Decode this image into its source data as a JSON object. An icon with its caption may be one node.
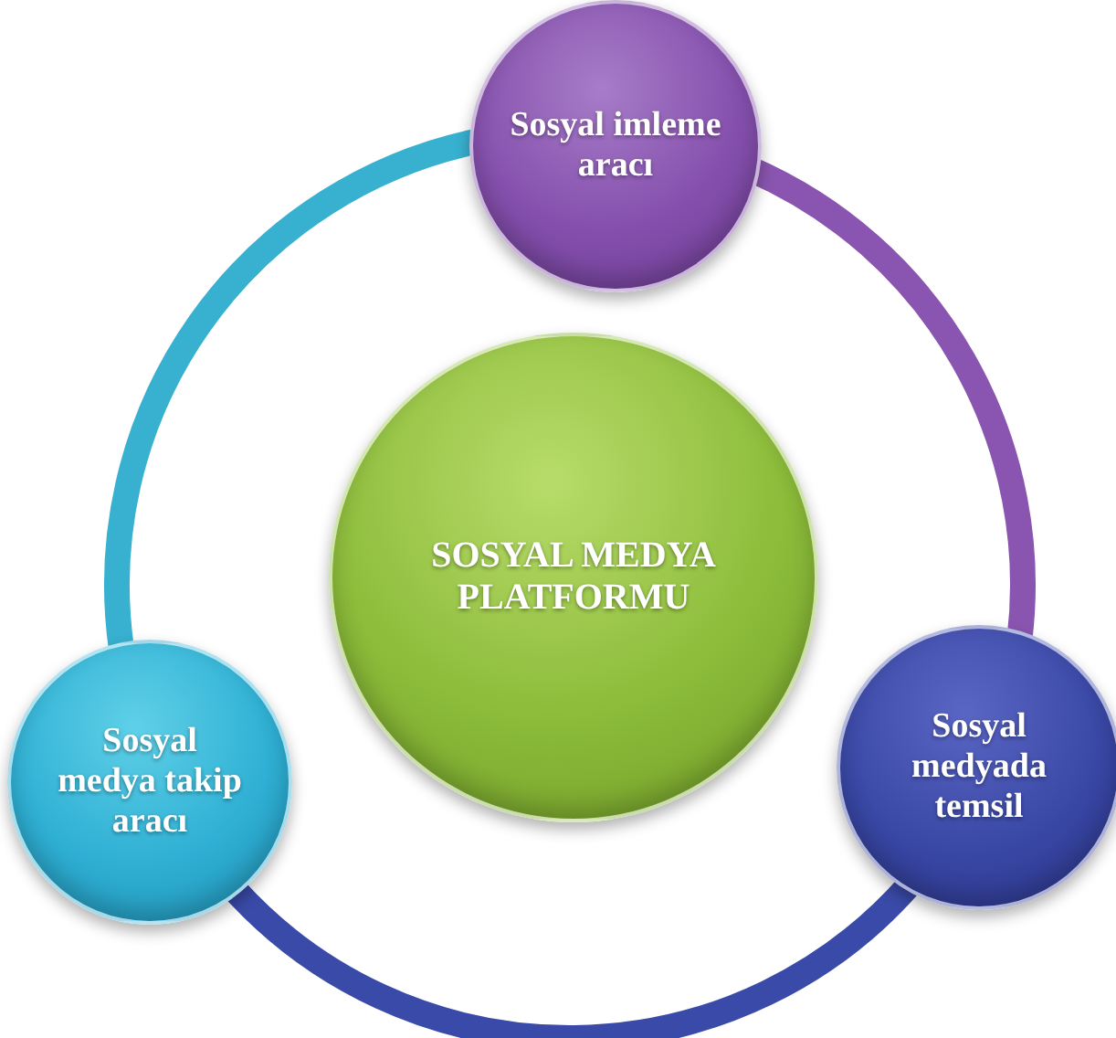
{
  "diagram": {
    "nodes": [
      {
        "text": [
          "SOSYAL MEDYA PLATFORMU"
        ]
      },
      {
        "text": [
          "Sosyal imleme aracı"
        ]
      },
      {
        "text": [
          "Sosyal medyada temsil"
        ]
      },
      {
        "text": [
          "Sosyal medya takip aracı"
        ]
      }
    ],
    "edges": [
      {
        "from": 1,
        "to": 2,
        "arrow": "none",
        "color": "#8a55b0"
      },
      {
        "from": 2,
        "to": 3,
        "arrow": "none",
        "color": "#3a4aa8"
      },
      {
        "from": 3,
        "to": 1,
        "arrow": "none",
        "color": "#38b0d0"
      }
    ]
  }
}
